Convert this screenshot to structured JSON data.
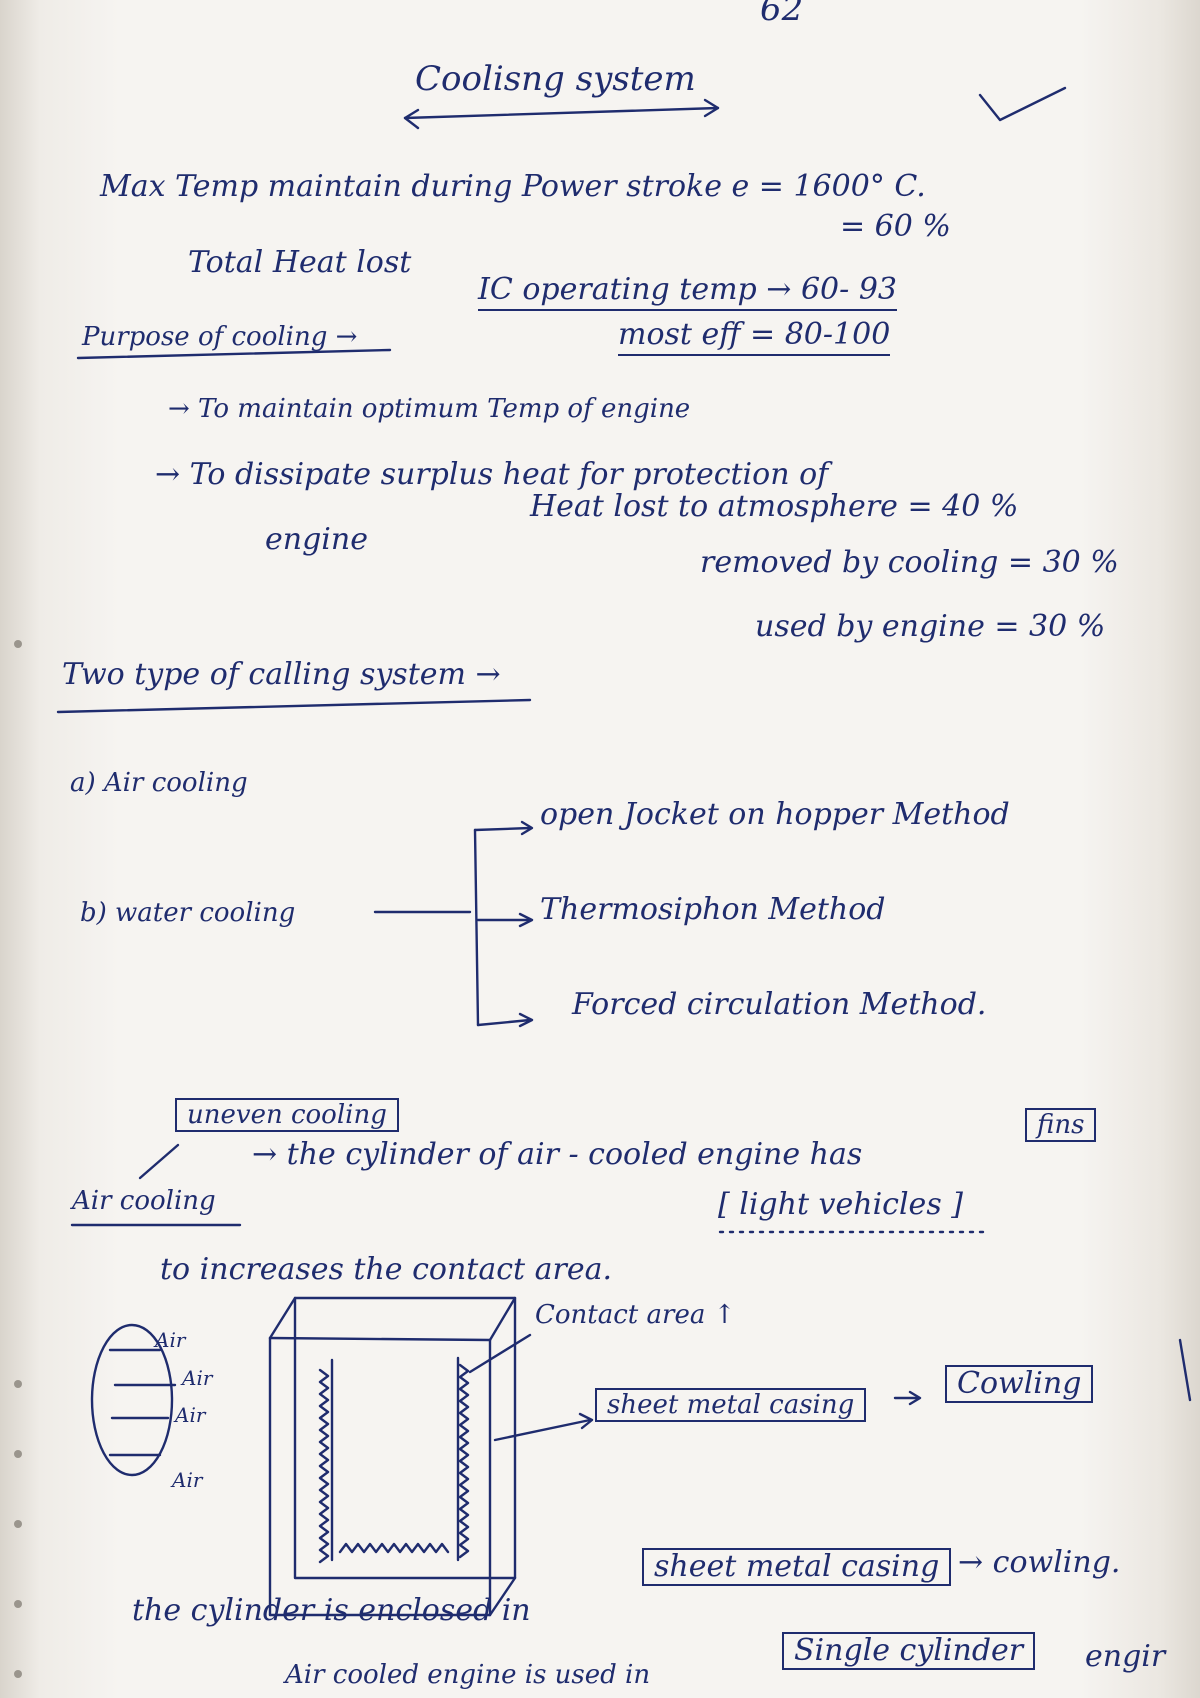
{
  "page_number": "62",
  "title": "Coolisng system",
  "lines": {
    "max_temp": "Max Temp maintain during Power stroke e = 1600° C.",
    "heat_lost_pct": "= 60 %",
    "total_heat_lost": "Total Heat lost",
    "purpose": "Purpose of cooling →",
    "ic_operating": "IC operating temp → 60- 93",
    "most_eff": "most eff = 80-100",
    "point1": "→ To maintain optimum Temp of engine",
    "point2": "→ To dissipate surplus heat for protection of",
    "point2b": "engine",
    "heat_atm": "Heat lost to atmosphere = 40 %",
    "removed": "removed by cooling = 30 %",
    "used": "used by engine = 30 %",
    "two_types": "Two type of calling system →",
    "air_cooling": "a) Air cooling",
    "water_cooling": "b) water cooling",
    "method1": "open Jocket on hopper Method",
    "method2": "Thermosiphon Method",
    "method3": "Forced circulation Method.",
    "uneven": "uneven cooling",
    "air_cooling2": "Air cooling",
    "cylinder_fins": "→ the cylinder of air - cooled engine has",
    "fins": "fins",
    "increase_area": "to increases the contact area.",
    "light_vehicles": "[ light vehicles ]",
    "contact_area": "Contact area ↑",
    "air_labels": [
      "Air",
      "Air",
      "Air",
      "Air"
    ],
    "sheet_metal_casing": "sheet metal casing",
    "cowling_box": "Cowling",
    "enclosed": "the cylinder is enclosed in",
    "sheet_metal_casing2": "sheet metal casing",
    "cowling2": "→ cowling.",
    "aircooled_engine": "Air cooled engine is used in",
    "single_cylinder": "Single cylinder",
    "engine_tail": "engir"
  }
}
